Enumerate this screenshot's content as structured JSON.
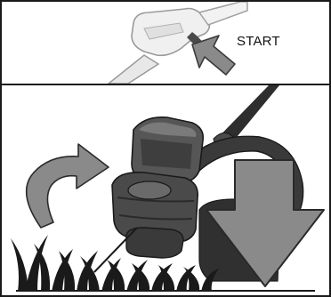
{
  "labels": {
    "start": "START"
  },
  "icons": {
    "top_panel": [
      "trigger-handle-illustration",
      "press-arrow-icon"
    ],
    "bottom_panel": [
      "trimmer-head-illustration",
      "rotation-arrow-icon",
      "lower-arrow-icon",
      "grass-illustration"
    ]
  },
  "colors": {
    "line": "#1a1a1a",
    "arrow_fill": "#8a8a8a",
    "tool_dark": "#3a3a3a",
    "tool_mid": "#5c5c5c",
    "handle_light": "#e6e6e6"
  }
}
